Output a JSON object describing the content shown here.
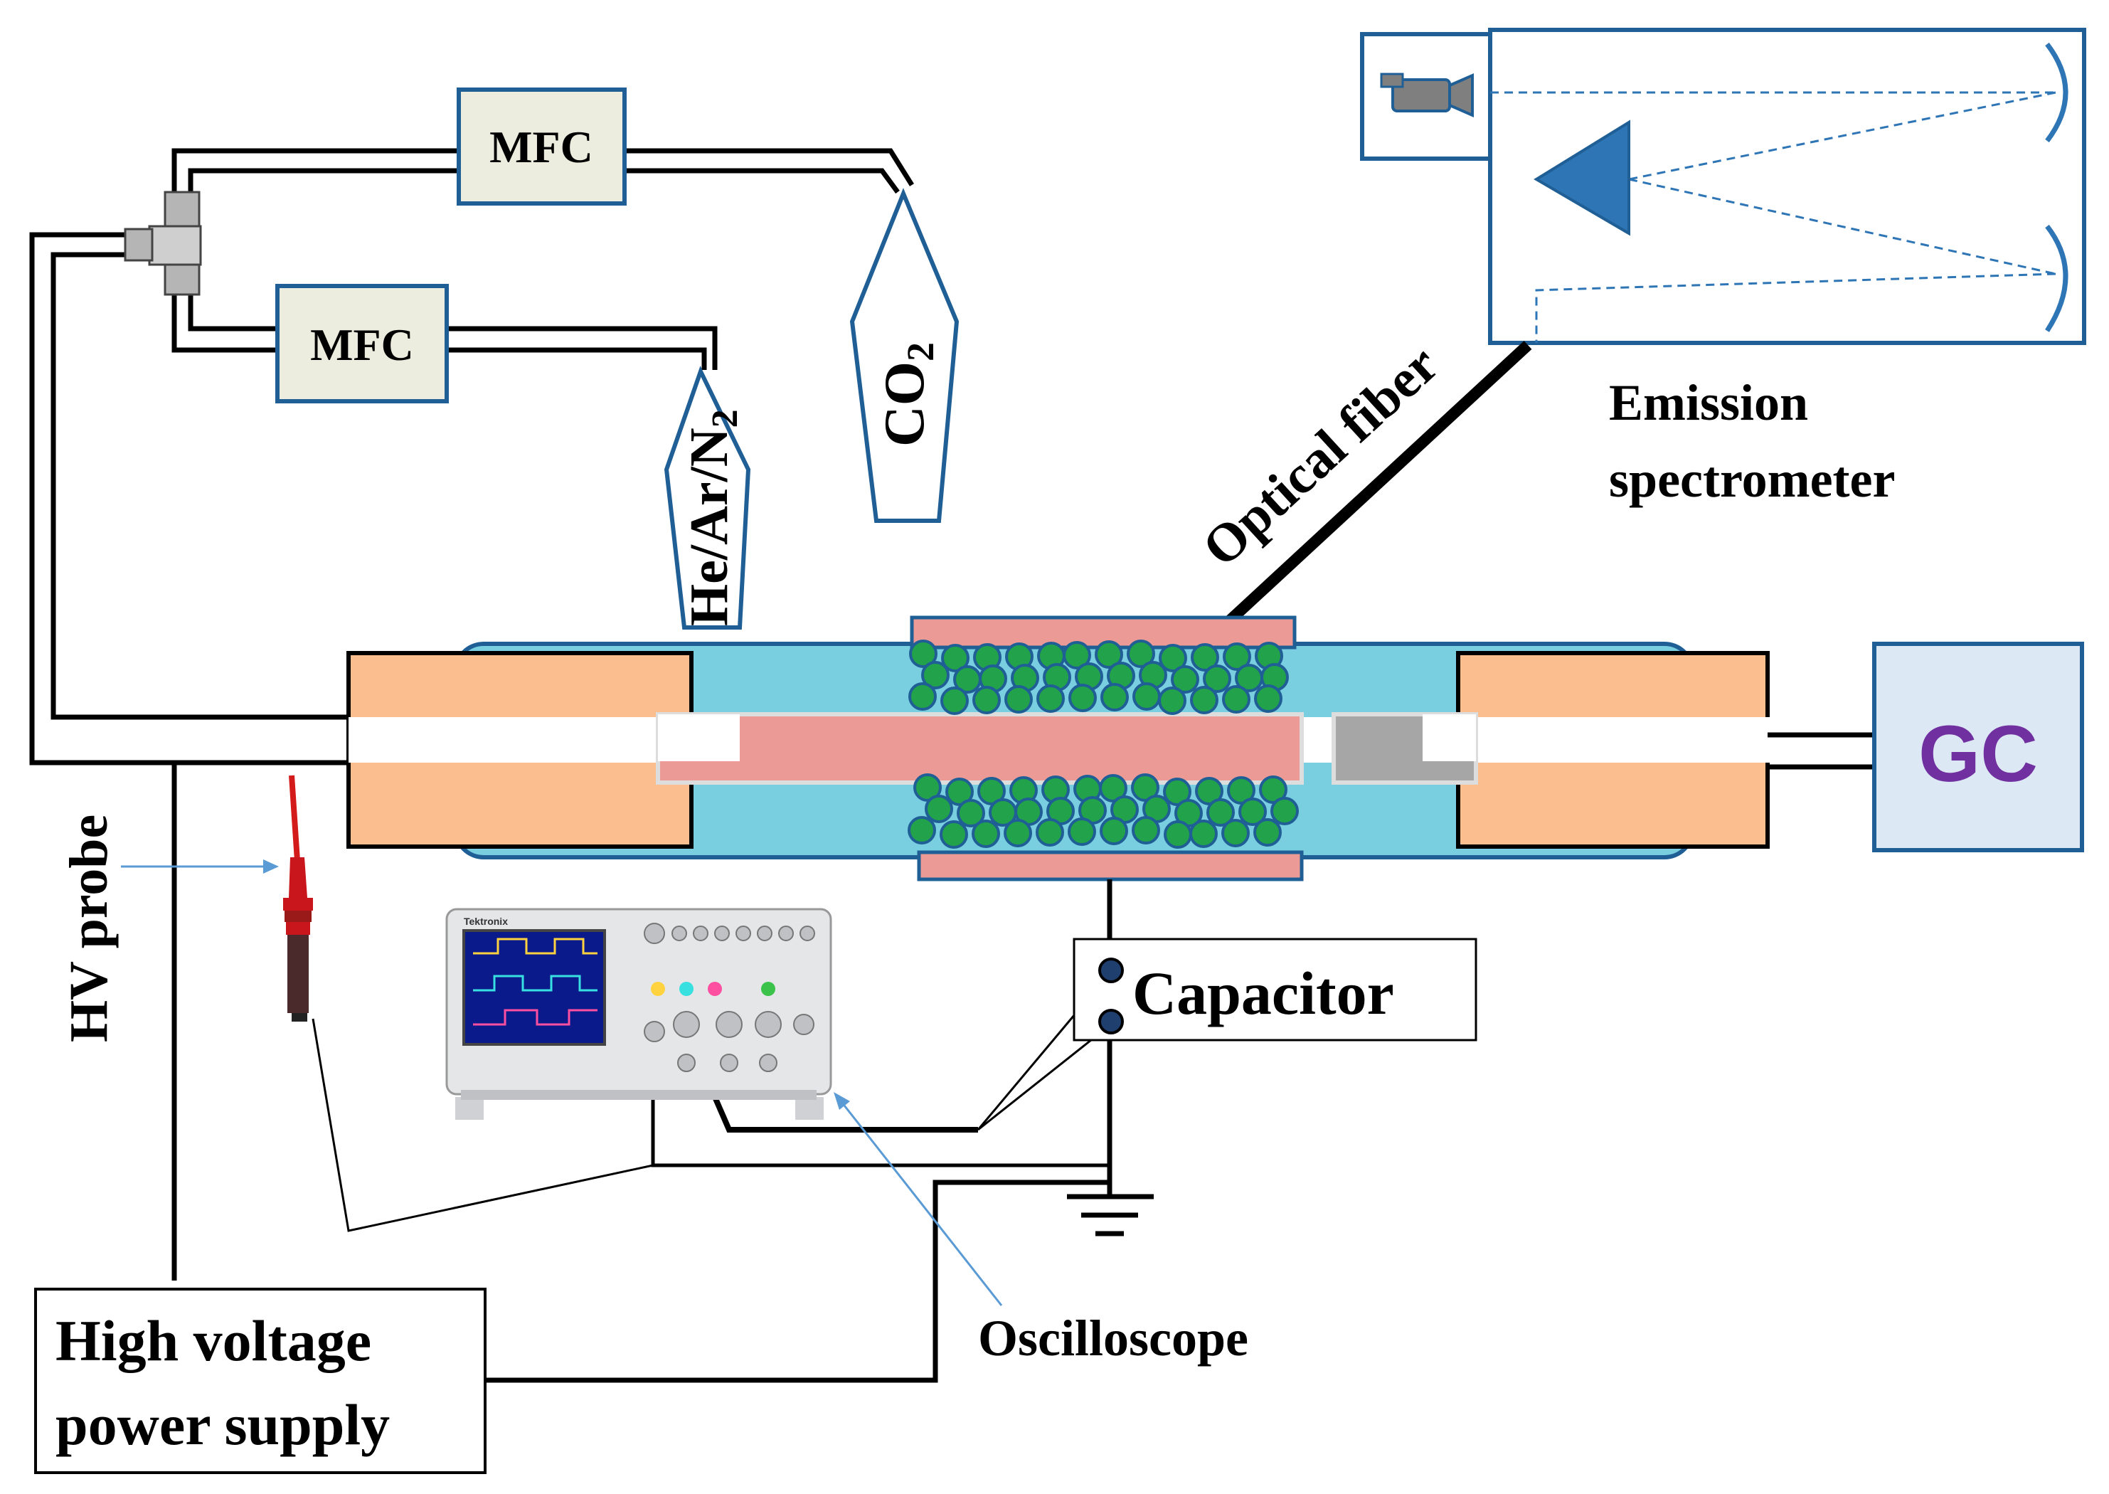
{
  "labels": {
    "mfc_top": "MFC",
    "mfc_bottom": "MFC",
    "co2_main": "CO",
    "co2_sub": "2",
    "gas_main": "He/Ar/N",
    "gas_sub": "2",
    "optical_fiber": "Optical fiber",
    "spectrometer_line1": "Emission",
    "spectrometer_line2": "spectrometer",
    "gc": "GC",
    "hv_probe": "HV probe",
    "capacitor": "Capacitor",
    "oscilloscope": "Oscilloscope",
    "power_supply_line1": "High voltage",
    "power_supply_line2": "power supply",
    "scope_brand": "Tektronix"
  },
  "colors": {
    "outline_blue": "#1f5f96",
    "reactor_cyan": "#79cfe0",
    "electrode_pink": "#ec9a96",
    "end_cap_orange": "#fbbf8f",
    "catalyst_green": "#22a24a",
    "gc_fill": "#dce9f5",
    "gc_text": "#7030a0",
    "mfc_fill": "#ededdf",
    "prism_blue": "#2e75b6"
  },
  "icons": {
    "camera": "video-camera-icon",
    "prism": "prism-icon",
    "ground": "ground-symbol-icon",
    "tee": "tee-connector-icon",
    "hv_probe": "hv-probe-icon",
    "oscilloscope": "oscilloscope-icon"
  }
}
